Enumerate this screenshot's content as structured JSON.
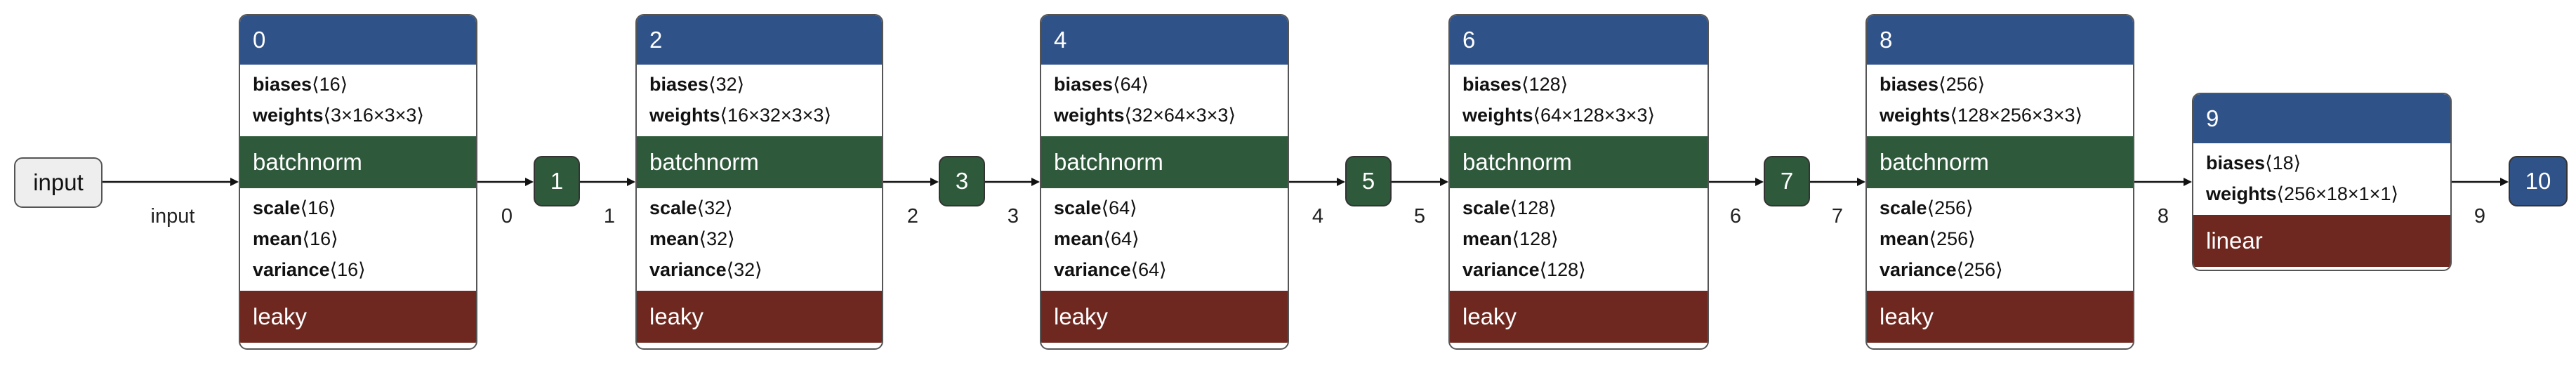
{
  "input_node": {
    "label": "input"
  },
  "layers": [
    {
      "id": "0",
      "params": [
        {
          "name": "biases",
          "shape": "⟨16⟩"
        },
        {
          "name": "weights",
          "shape": "⟨3×16×3×3⟩"
        }
      ],
      "norm_label": "batchnorm",
      "norm_params": [
        {
          "name": "scale",
          "shape": "⟨16⟩"
        },
        {
          "name": "mean",
          "shape": "⟨16⟩"
        },
        {
          "name": "variance",
          "shape": "⟨16⟩"
        }
      ],
      "activation": "leaky"
    },
    {
      "id": "2",
      "params": [
        {
          "name": "biases",
          "shape": "⟨32⟩"
        },
        {
          "name": "weights",
          "shape": "⟨16×32×3×3⟩"
        }
      ],
      "norm_label": "batchnorm",
      "norm_params": [
        {
          "name": "scale",
          "shape": "⟨32⟩"
        },
        {
          "name": "mean",
          "shape": "⟨32⟩"
        },
        {
          "name": "variance",
          "shape": "⟨32⟩"
        }
      ],
      "activation": "leaky"
    },
    {
      "id": "4",
      "params": [
        {
          "name": "biases",
          "shape": "⟨64⟩"
        },
        {
          "name": "weights",
          "shape": "⟨32×64×3×3⟩"
        }
      ],
      "norm_label": "batchnorm",
      "norm_params": [
        {
          "name": "scale",
          "shape": "⟨64⟩"
        },
        {
          "name": "mean",
          "shape": "⟨64⟩"
        },
        {
          "name": "variance",
          "shape": "⟨64⟩"
        }
      ],
      "activation": "leaky"
    },
    {
      "id": "6",
      "params": [
        {
          "name": "biases",
          "shape": "⟨128⟩"
        },
        {
          "name": "weights",
          "shape": "⟨64×128×3×3⟩"
        }
      ],
      "norm_label": "batchnorm",
      "norm_params": [
        {
          "name": "scale",
          "shape": "⟨128⟩"
        },
        {
          "name": "mean",
          "shape": "⟨128⟩"
        },
        {
          "name": "variance",
          "shape": "⟨128⟩"
        }
      ],
      "activation": "leaky"
    },
    {
      "id": "8",
      "params": [
        {
          "name": "biases",
          "shape": "⟨256⟩"
        },
        {
          "name": "weights",
          "shape": "⟨128×256×3×3⟩"
        }
      ],
      "norm_label": "batchnorm",
      "norm_params": [
        {
          "name": "scale",
          "shape": "⟨256⟩"
        },
        {
          "name": "mean",
          "shape": "⟨256⟩"
        },
        {
          "name": "variance",
          "shape": "⟨256⟩"
        }
      ],
      "activation": "leaky"
    }
  ],
  "linear_layer": {
    "id": "9",
    "params": [
      {
        "name": "biases",
        "shape": "⟨18⟩"
      },
      {
        "name": "weights",
        "shape": "⟨256×18×1×1⟩"
      }
    ],
    "activation": "linear"
  },
  "mid_nodes": [
    "1",
    "3",
    "5",
    "7"
  ],
  "output_node": "10",
  "edge_labels": [
    "input",
    "0",
    "1",
    "2",
    "3",
    "4",
    "5",
    "6",
    "7",
    "8",
    "9"
  ],
  "colors": {
    "header": "#2f5288",
    "batchnorm": "#2e5a3b",
    "activation": "#6e2820"
  }
}
